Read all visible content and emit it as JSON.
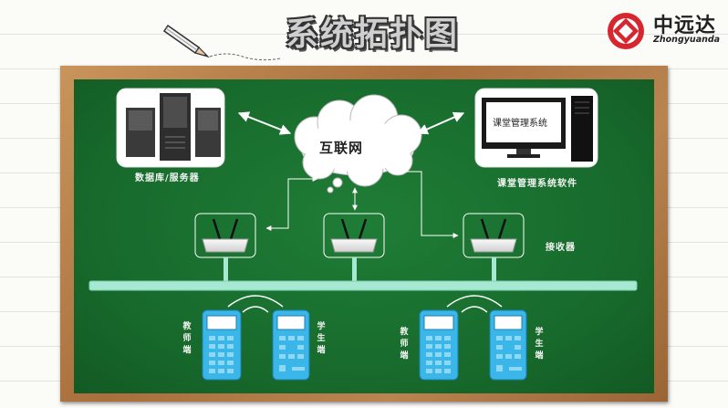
{
  "header": {
    "title": "系统拓扑图",
    "brand_name": "中远达",
    "brand_sub": "Zhongyuanda"
  },
  "nodes": {
    "server_label": "数据库/服务器",
    "internet_label": "互联网",
    "software_label": "课堂管理系统软件",
    "software_screen_text": "课堂管理系统",
    "receiver_label": "接收器",
    "teacher_label": "教师端",
    "student_label": "学生端"
  },
  "colors": {
    "board": "#176a2c",
    "frame": "#b07a44",
    "bus": "#a7e8d2",
    "device": "#3ab6e8",
    "logo_red": "#d7262e"
  }
}
